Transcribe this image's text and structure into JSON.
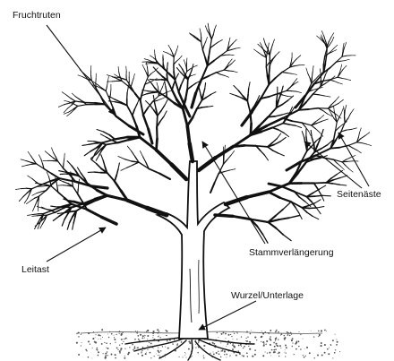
{
  "diagram": {
    "labels": {
      "fruchtruten": "Fruchtruten",
      "seitenaeste": "Seitenäste",
      "leitast": "Leitast",
      "stammverlaengerung": "Stammverlängerung",
      "wurzel_unterlage": "Wurzel/Unterlage"
    },
    "colors": {
      "ink": "#111111",
      "background": "#ffffff",
      "ground": "#555555"
    }
  }
}
